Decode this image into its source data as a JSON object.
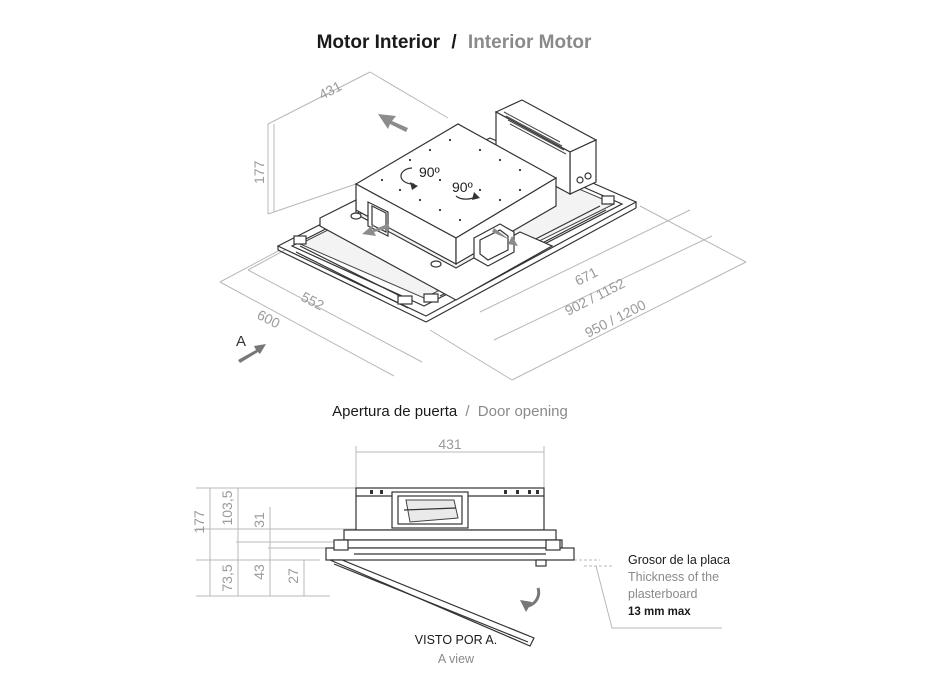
{
  "title": {
    "primary": "Motor Interior",
    "separator": "/",
    "secondary": "Interior Motor"
  },
  "iso_view": {
    "dims": {
      "width_top": "431",
      "height": "177",
      "depth_inner": "552",
      "depth_outer": "600",
      "length_1": "671",
      "length_2": "902 / 1152",
      "length_3": "950 / 1200"
    },
    "angles": [
      "90º",
      "90º"
    ],
    "view_marker": "A"
  },
  "door_opening": {
    "primary": "Apertura de puerta",
    "separator": "/",
    "secondary": "Door opening"
  },
  "section_view": {
    "dims": {
      "width_top": "431",
      "total_height": "177",
      "upper": "103,5",
      "lower": "73,5",
      "d31": "31",
      "d43": "43",
      "d27": "27"
    },
    "note": {
      "es": "Grosor de la placa",
      "en_line1": "Thickness of the",
      "en_line2": "plasterboard",
      "max": "13 mm max"
    },
    "caption": {
      "es": "VISTO POR A.",
      "en": "A view"
    }
  }
}
